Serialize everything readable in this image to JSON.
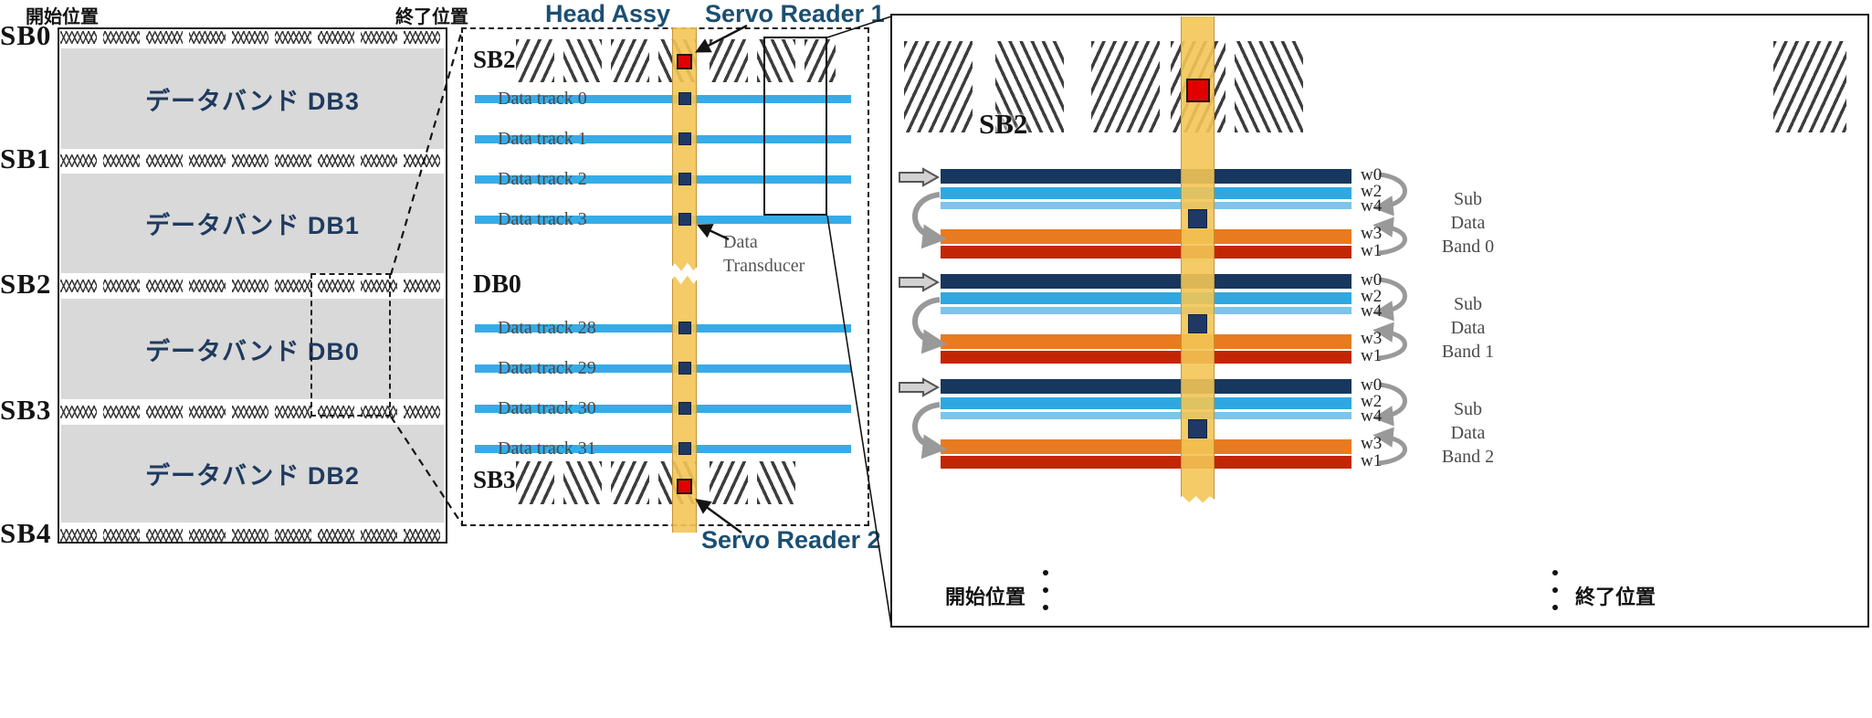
{
  "colors": {
    "head_assy_bar": "#f3c555",
    "servo_reader_red": "#e10000",
    "data_track_blue": "#35ace8",
    "wrap_navy": "#17375e",
    "wrap_light_blue": "#2fa8e2",
    "wrap_orange": "#e87b1f",
    "wrap_red": "#c32604",
    "data_band_gray": "#d9d9d9",
    "title_blue": "#1b4f72"
  },
  "left_panel": {
    "start_position_label": "開始位置",
    "end_position_label": "終了位置",
    "servo_band_labels": [
      "SB0",
      "SB1",
      "SB2",
      "SB3",
      "SB4"
    ],
    "data_bands": [
      {
        "label": "データバンド DB3"
      },
      {
        "label": "データバンド DB1"
      },
      {
        "label": "データバンド DB0"
      },
      {
        "label": "データバンド DB2"
      }
    ]
  },
  "middle_panel": {
    "head_assy_label": "Head Assy",
    "servo_reader_1_label": "Servo Reader 1",
    "servo_reader_2_label": "Servo Reader 2",
    "servo_band_top_label": "SB2",
    "servo_band_bottom_label": "SB3",
    "data_band_label": "DB0",
    "data_transducer_label": "Data\nTransducer",
    "data_tracks_top": [
      "Data track 0",
      "Data track 1",
      "Data track 2",
      "Data track 3"
    ],
    "data_tracks_bottom": [
      "Data track 28",
      "Data track 29",
      "Data track 30",
      "Data track 31"
    ]
  },
  "right_panel": {
    "servo_band_label": "SB2",
    "start_position_label": "開始位置",
    "end_position_label": "終了位置",
    "sub_data_bands": [
      {
        "wrap_labels": [
          "w0",
          "w2",
          "w4",
          "w3",
          "w1"
        ],
        "band_label": "Sub\nData\nBand 0"
      },
      {
        "wrap_labels": [
          "w0",
          "w2",
          "w4",
          "w3",
          "w1"
        ],
        "band_label": "Sub\nData\nBand 1"
      },
      {
        "wrap_labels": [
          "w0",
          "w2",
          "w4",
          "w3",
          "w1"
        ],
        "band_label": "Sub\nData\nBand 2"
      }
    ]
  }
}
